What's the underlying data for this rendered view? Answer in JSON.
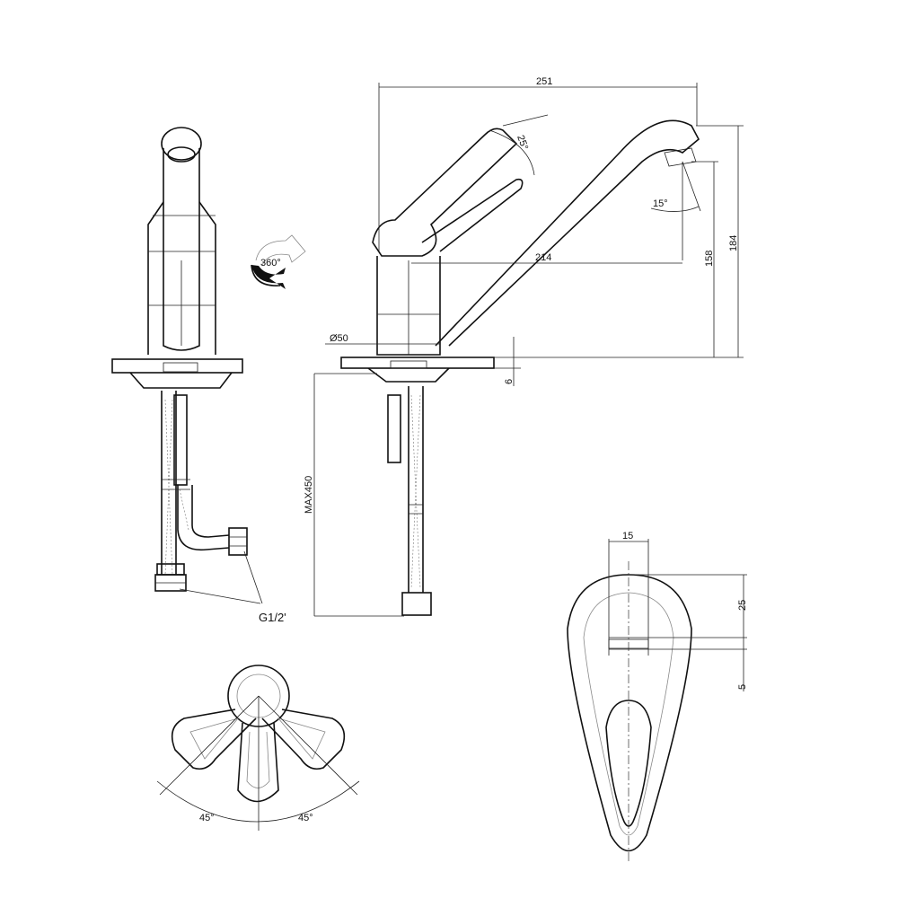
{
  "drawing": {
    "side_view": {
      "overall_length": "251",
      "lever_angle": "25°",
      "aerator_angle": "15°",
      "spout_reach": "214",
      "spout_height": "158",
      "overall_height": "184",
      "base_diameter": "Ø50",
      "mount_thickness": "6",
      "hose_length": "MAX450"
    },
    "front_view": {
      "connection_thread": "G1/2'",
      "rotation": "360°"
    },
    "handle_top_view": {
      "width": "15",
      "length": "25",
      "offset": "5"
    },
    "lever_swing": {
      "left_angle": "45°",
      "right_angle": "45°"
    }
  }
}
